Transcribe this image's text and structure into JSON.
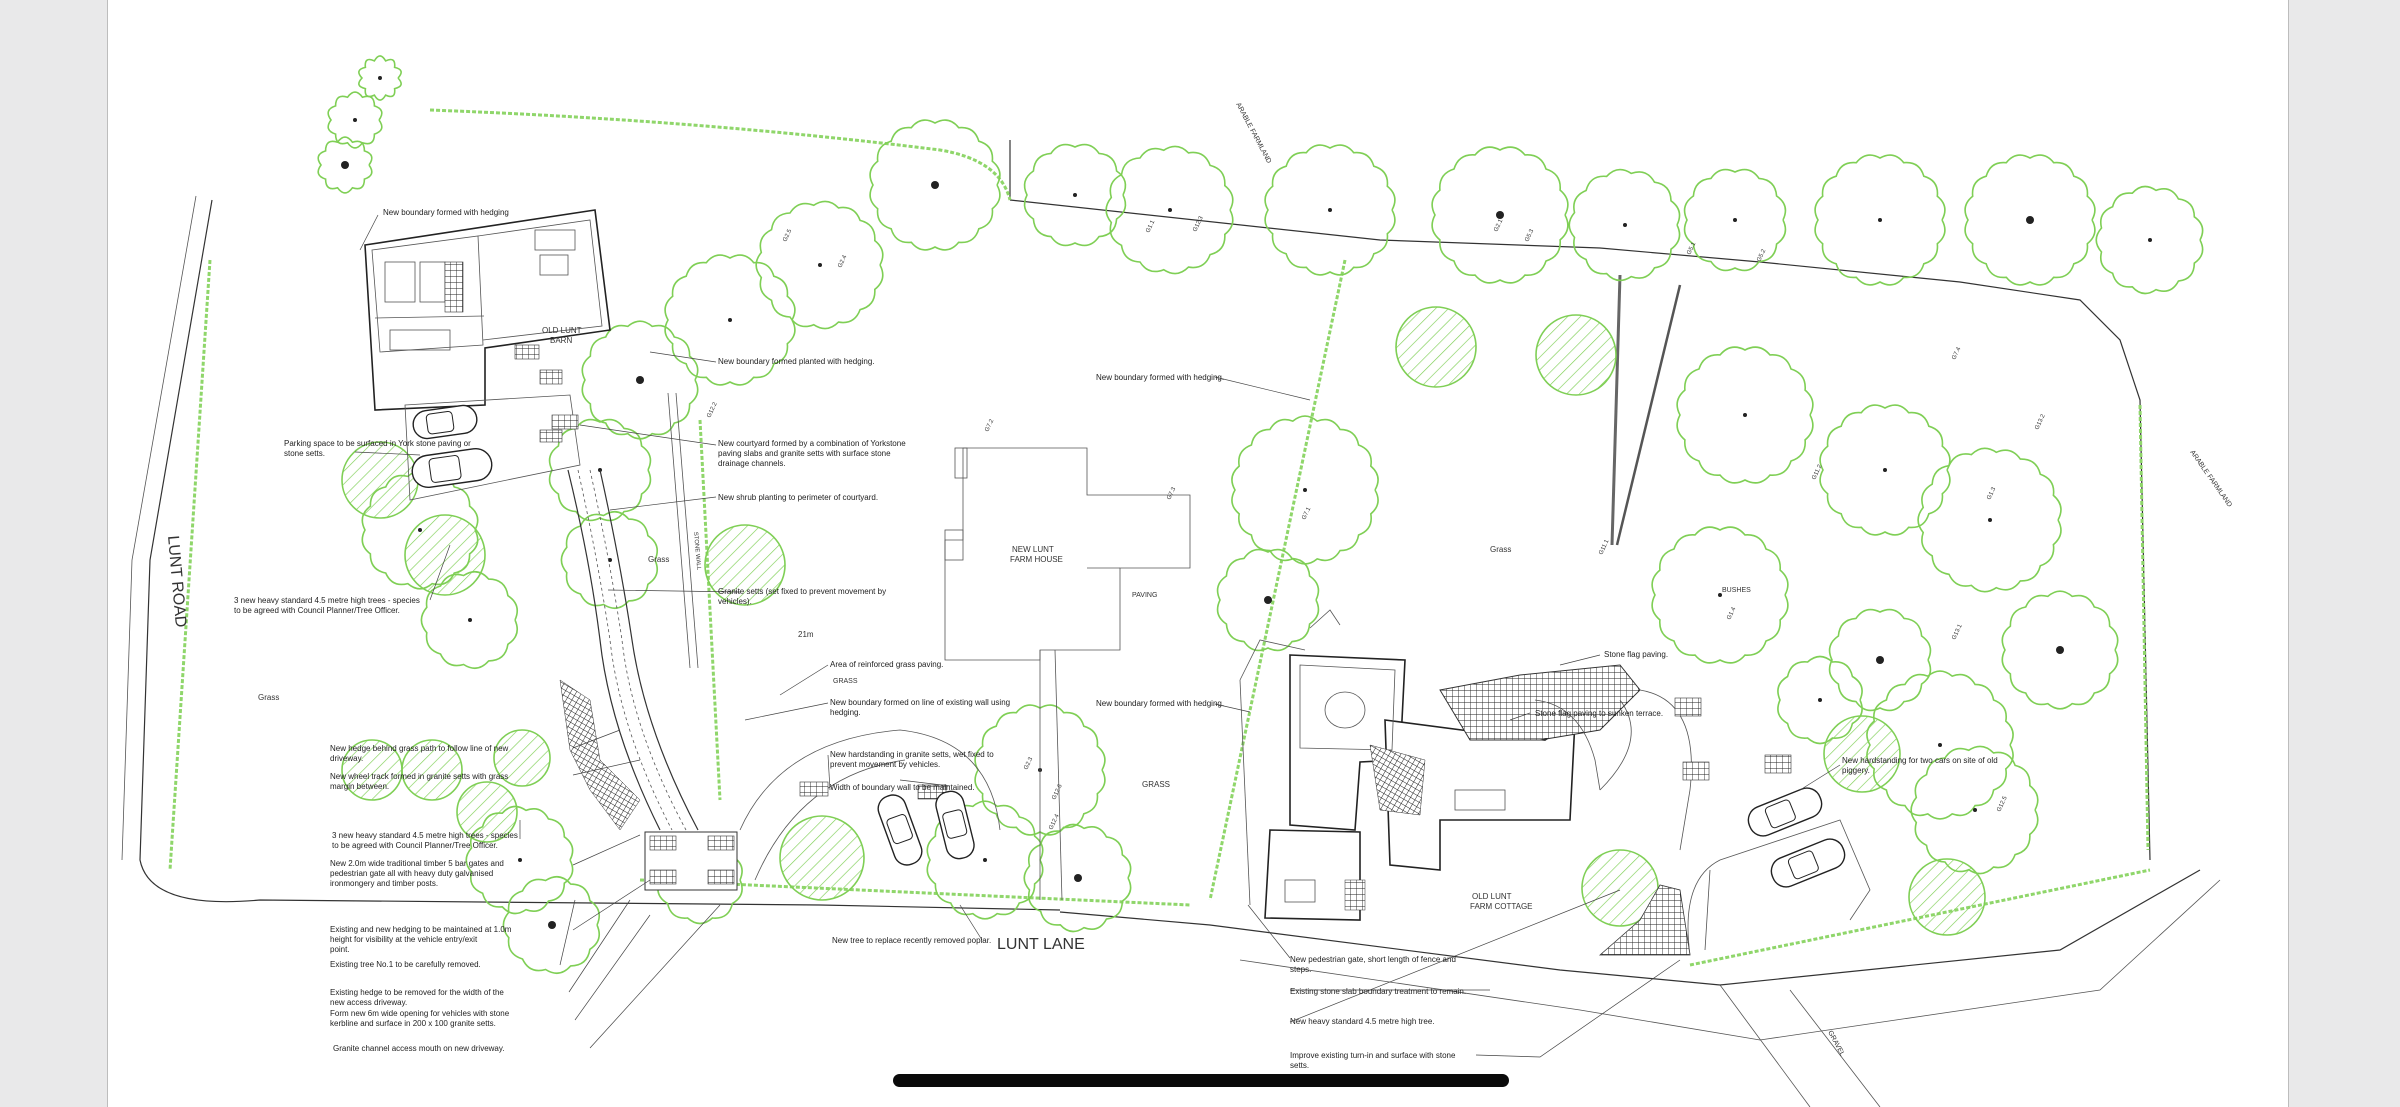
{
  "road_labels": {
    "lunt_road": "LUNT ROAD",
    "lunt_lane": "LUNT LANE",
    "arable_farmland_top": "ARABLE FARMLAND",
    "arable_farmland_right": "ARABLE FARMLAND",
    "gravel": "GRAVEL"
  },
  "buildings": {
    "old_lunt_barn": [
      "OLD LUNT",
      "BARN"
    ],
    "new_lunt_farmhouse": [
      "NEW LUNT",
      "FARM HOUSE"
    ],
    "old_lunt_farm_cottage": [
      "OLD LUNT",
      "FARM COTTAGE"
    ]
  },
  "area_labels": {
    "grass_left": "Grass",
    "grass_center": "Grass",
    "grass_right": "Grass",
    "grass_lower": "GRASS",
    "grass_small": "GRASS",
    "paving": "PAVING",
    "dimension": "21m",
    "bushes": "BUSHES",
    "stone_wall": "STONE WALL"
  },
  "annotations": {
    "a01": "New boundary formed with hedging",
    "a02": "New boundary formed planted with hedging.",
    "a03": "Parking space to be surfaced in York stone paving or stone setts.",
    "a04": "New courtyard formed by a combination of Yorkstone paving slabs and granite setts with surface stone drainage channels.",
    "a05": "New shrub planting to perimeter of courtyard.",
    "a06": "Granite setts (set fixed to prevent movement by vehicles).",
    "a07": "3 new heavy standard 4.5 metre high trees - species to be agreed with Council Planner/Tree Officer.",
    "a08": "New boundary formed with hedging.",
    "a09": "Area of reinforced grass paving.",
    "a10": "New boundary formed on line of existing wall using hedging.",
    "a11": "New hardstanding in granite setts, wet fixed to prevent movement by vehicles.",
    "a12": "Width of boundary wall to be maintained.",
    "a13": "New hedge behind grass path to follow line of new driveway.",
    "a14": "New wheel track formed in granite setts with grass margin between.",
    "a15": "3 new heavy standard 4.5 metre high trees - species to be agreed with Council Planner/Tree Officer.",
    "a16": "New 2.0m wide traditional timber 5 bar gates and pedestrian gate all with heavy duty galvanised ironmongery and timber posts.",
    "a17": "Existing and new hedging to be maintained at 1.0m height for visibility at the vehicle entry/exit point.",
    "a18": "Existing tree No.1 to be carefully removed.",
    "a19": "Existing hedge to be removed for the width of the new access driveway.",
    "a20": "Form new 6m wide opening for vehicles with stone kerbline and surface in 200 x 100 granite setts.",
    "a21": "Granite channel access mouth on new driveway.",
    "a22": "New tree to replace recently removed poplar.",
    "a23": "New boundary formed with hedging.",
    "a24": "Stone flag paving.",
    "a25": "Stone flag paving to sunken terrace.",
    "a26": "New hardstanding for two cars on site of old piggery.",
    "a27": "New pedestrian gate, short length of fence and steps.",
    "a28": "Existing stone slab boundary treatment to remain.",
    "a29": "New heavy standard 4.5 metre high tree.",
    "a30": "Improve existing turn-in and surface with stone setts."
  },
  "tree_tags": [
    "G7.2",
    "G7.3",
    "G7.1",
    "G11.1",
    "G11.2",
    "G2.5",
    "G2.4",
    "G1.1",
    "G12.2",
    "G12.3",
    "G2.1",
    "G5.3",
    "G5.1",
    "G5.2",
    "G7.4",
    "G13.2",
    "G1.3",
    "G1.4",
    "G13.1",
    "G12.5",
    "G12.6",
    "G12.4",
    "G2.3"
  ],
  "colors": {
    "paper": "#ffffff",
    "backdrop": "#e9e9ea",
    "tree_green": "#7fcf55",
    "linework": "#333333"
  }
}
